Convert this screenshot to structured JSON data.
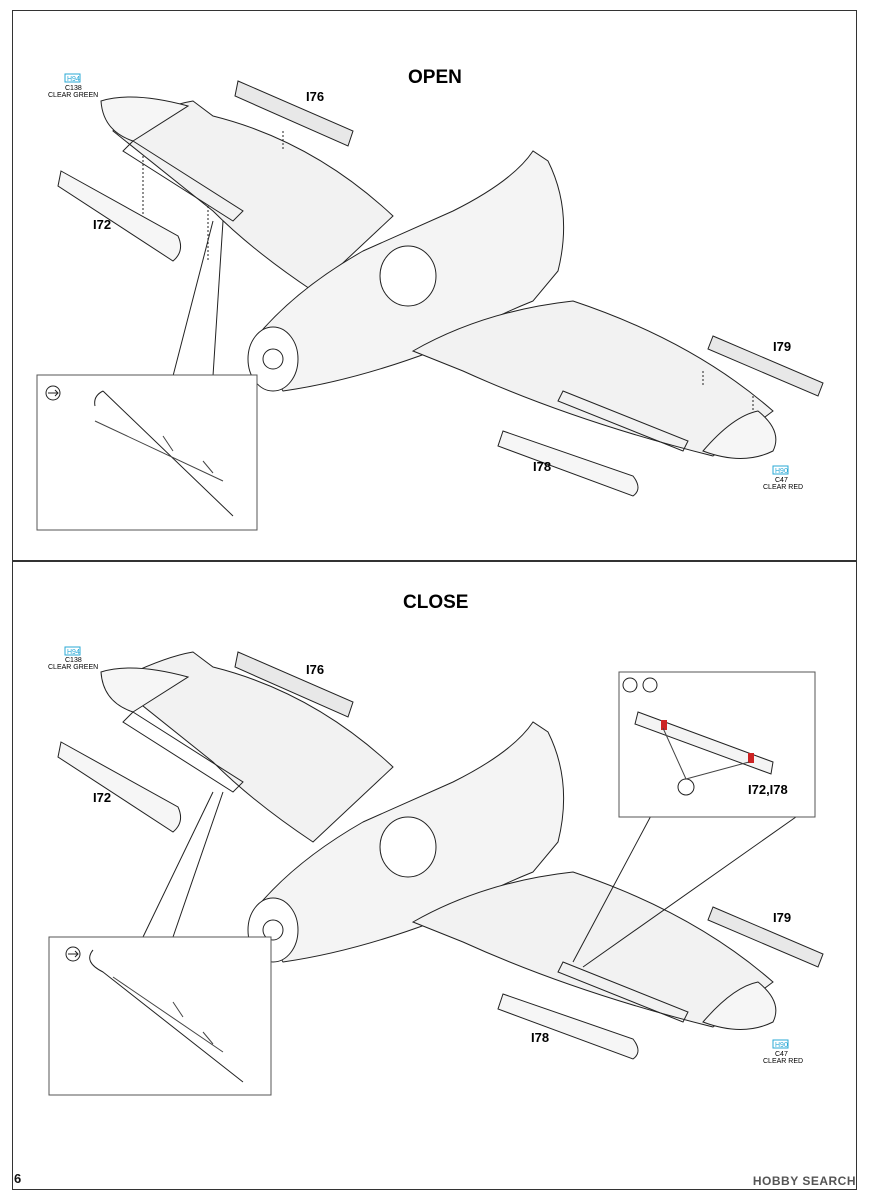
{
  "page_number": "6",
  "watermark": "HOBBY SEARCH",
  "colors": {
    "line": "#222222",
    "fill": "#eeeeee",
    "clear_blue_box": "#29a8d6",
    "red_mark": "#cc2222"
  },
  "open": {
    "title": "OPEN",
    "left_flap": "I72",
    "left_tab": "I76",
    "right_tab": "I79",
    "right_flap": "I78",
    "left_light": {
      "code_box": "H94",
      "code": "C138",
      "color_name": "CLEAR GREEN"
    },
    "right_light": {
      "code_box": "H90",
      "code": "C47",
      "color_name": "CLEAR RED"
    },
    "detail_icon": "eye-view-icon"
  },
  "close": {
    "title": "CLOSE",
    "left_flap": "I72",
    "left_tab": "I76",
    "right_tab": "I79",
    "right_flap": "I78",
    "left_light": {
      "code_box": "H94",
      "code": "C138",
      "color_name": "CLEAR GREEN"
    },
    "right_light": {
      "code_box": "H90",
      "code": "C47",
      "color_name": "CLEAR RED"
    },
    "detail_icon": "eye-view-icon",
    "flap_detail_label": "I72,I78",
    "flap_detail_icons": [
      "rotate-icon",
      "eye-view-icon"
    ]
  }
}
